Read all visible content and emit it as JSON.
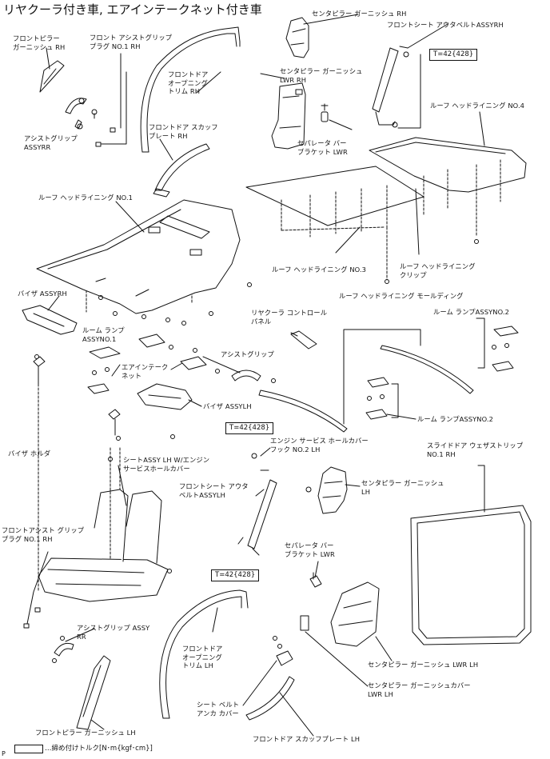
{
  "title": "リヤクーラ付き車, エアインテークネット付き車",
  "labels": {
    "front_pillar_garnish_rh": "フロントピラー\nガーニッシュ RH",
    "front_assist_grip_plug_no1_rh_top": "フロント アシストグリップ\nプラグ NO.1 RH",
    "front_door_opening_trim_rh": "フロントドア\nオープニング\nトリム RH",
    "center_pillar_garnish_rh": "センタピラー ガーニッシュ RH",
    "front_seat_outer_belt_rh": "フロントシート アウタベルトASSYRH",
    "center_pillar_garnish_lwr_rh": "センタピラー ガーニッシュ\nLWR RH",
    "separator_bar_bracket_lwr_top": "セパレータ バー\nブラケット LWR",
    "roof_headlining_no4": "ルーフ ヘッドライニング NO.4",
    "assist_grip_assy_rr_top": "アシストグリップ\nASSYRR",
    "front_door_scuff_plate_rh": "フロントドア スカッフ\nプレート RH",
    "roof_headlining_no1": "ルーフ ヘッドライニング NO.1",
    "roof_headlining_no3": "ルーフ ヘッドライニング NO.3",
    "roof_headlining_clip": "ルーフ ヘッドライニング\nクリップ",
    "visor_assy_rh": "バイザ ASSYRH",
    "roof_headlining_moulding": "ルーフ ヘッドライニング モールディング",
    "rear_cooler_control_panel": "リヤクーラ コントロール\nパネル",
    "room_lamp_assy_no2_top": "ルーム ランプASSYNO.2",
    "room_lamp_assy_no1": "ルーム ランプ\nASSYNO.1",
    "air_intake_net": "エアインテーク\nネット",
    "assist_grip": "アシストグリップ",
    "visor_assy_lh": "バイザ ASSYLH",
    "room_lamp_assy_no2_bottom": "ルーム ランプASSYNO.2",
    "visor_holder": "バイザ ホルダ",
    "engine_service_hole_cover_hook": "エンジン サービス ホールカバー\nフック NO.2 LH",
    "slide_door_weatherstrip": "スライドドア ウェザストリップ\nNO.1 RH",
    "seat_assy_lh": "シートASSY LH W/エンジン\nサービスホールカバー",
    "center_pillar_garnish_lh": "センタピラー ガーニッシュ\nLH",
    "front_seat_outer_belt_lh": "フロントシート アウタ\nベルトASSYLH",
    "front_assist_grip_plug_no1_rh_bottom": "フロントアシスト グリップ\nプラグ NO.1 RH",
    "separator_bar_bracket_lwr_bottom": "セパレータ バー\nブラケット LWR",
    "assist_grip_assy_rr_bottom": "アシストグリップ ASSY\nRR",
    "front_door_opening_trim_lh": "フロントドア\nオープニング\nトリム LH",
    "center_pillar_garnish_lwr_lh": "センタピラー ガーニッシュ LWR LH",
    "center_pillar_garnish_cover_lwr_lh": "センタピラー ガーニッシュカバー\nLWR LH",
    "seat_belt_anchor_cover": "シート ベルト\nアンカ カバー",
    "front_pillar_garnish_lh": "フロントピラー ガーニッシュ LH",
    "front_door_scuff_plate_lh": "フロントドア スカッフプレート LH"
  },
  "torque": {
    "t1": "T=42{428}",
    "t2": "T=42{428}",
    "t3": "T=42{428}"
  },
  "legend": "…締め付けトルク[N･m{kgf･cm}]",
  "corner_mark": "P"
}
